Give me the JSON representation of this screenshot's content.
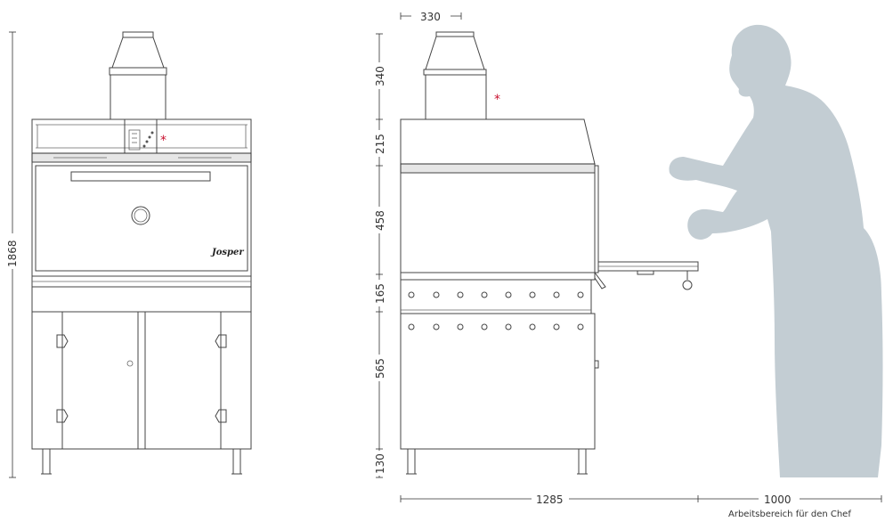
{
  "dimensions": {
    "front_total_height": "1868",
    "chimney_width": "330",
    "chimney_height": "340",
    "hood_height": "215",
    "oven_height": "458",
    "grill_height": "165",
    "cabinet_height": "565",
    "legs_height": "130",
    "depth": "1285",
    "work_area": "1000"
  },
  "labels": {
    "asterisk_front": "*",
    "asterisk_side": "*",
    "brand": "Josper",
    "work_area_caption": "Arbeitsbereich für den Chef"
  },
  "colors": {
    "silhouette": "#c3cdd3",
    "asterisk": "#c8102e"
  }
}
